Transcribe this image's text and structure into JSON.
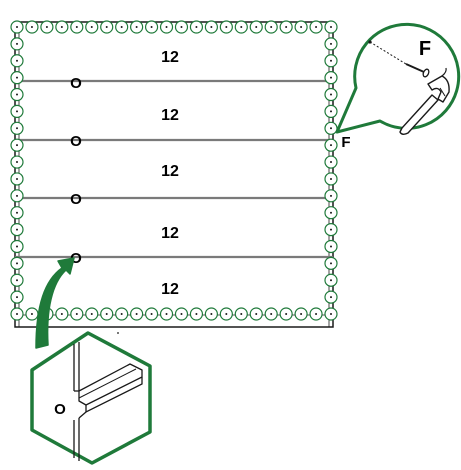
{
  "diagram": {
    "panel_labels": [
      "12",
      "12",
      "12",
      "12",
      "12"
    ],
    "rail_labels": [
      "O",
      "O",
      "O",
      "O"
    ],
    "detail_rail_label": "O",
    "side_fastener_label": "F",
    "callout_fastener_label": "F",
    "panel_count": 5,
    "colors": {
      "accent_green": "#1f7a3a",
      "line": "#1a1a1a",
      "rail": "#7a7a7a"
    },
    "icons": [
      "nail-icon",
      "hammer-icon",
      "screw-circle-icon",
      "curved-arrow-icon"
    ]
  }
}
